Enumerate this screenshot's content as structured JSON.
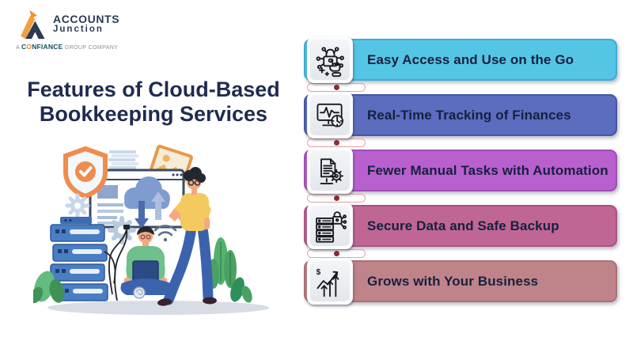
{
  "header": {
    "logo": {
      "brand_top": "ACCOUNTS",
      "brand_bottom": "Junction",
      "tagline_a": "A",
      "tagline_brand_c": "C",
      "tagline_brand_o": "O",
      "tagline_brand_rest": "NFIANCE",
      "tagline_rest": "GROUP COMPANY"
    },
    "title_line1": "Features of Cloud-Based",
    "title_line2": "Bookkeeping Services"
  },
  "features": [
    {
      "label": "Easy Access and Use on the Go",
      "bar_color": "#55c5e5",
      "border_color": "#3aadd2",
      "icon": "access-hand-lock-icon"
    },
    {
      "label": "Real-Time Tracking of Finances",
      "bar_color": "#5c6cbe",
      "border_color": "#4755a5",
      "icon": "monitor-pulse-clock-icon"
    },
    {
      "label": "Fewer Manual Tasks with Automation",
      "bar_color": "#b960cf",
      "border_color": "#a04db6",
      "icon": "document-gear-icon"
    },
    {
      "label": "Secure Data and Safe Backup",
      "bar_color": "#bf6695",
      "border_color": "#a85480",
      "icon": "server-lock-icon"
    },
    {
      "label": "Grows with Your Business",
      "bar_color": "#bf8489",
      "border_color": "#a96f75",
      "icon": "growth-chart-icon"
    }
  ],
  "icons": {
    "dollar_glyph": "$"
  },
  "theme": {
    "title_color": "#1f2b50",
    "bar_text_color": "#16203f",
    "connector_dot_color": "#8e2b33",
    "logo_navy": "#2c3a52",
    "logo_orange": "#f0a03c"
  }
}
